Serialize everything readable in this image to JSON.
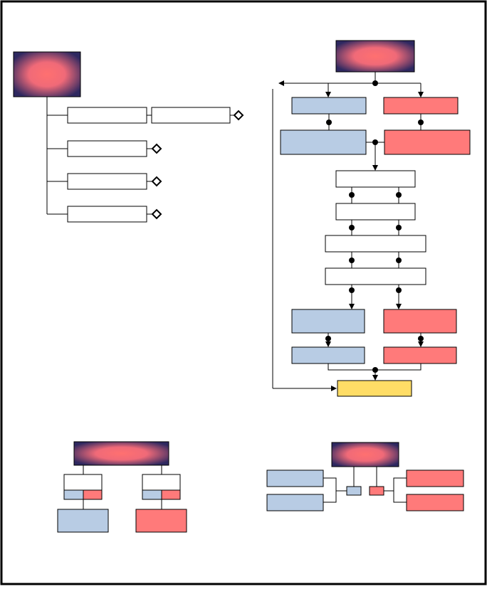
{
  "colors": {
    "frame": "#000000",
    "blue_box": "#b8cce4",
    "red_box": "#ff7a7a",
    "yellow_box": "#ffdd66",
    "gradient_center": "#ff7070",
    "gradient_edge": "#2e2860",
    "plain_box": "#ffffff",
    "line": "#000000"
  },
  "shape_semantics": {
    "connector_dot": "filled-circle",
    "terminal_marker": "open-diamond",
    "arrow": "arrowhead"
  },
  "labels": {
    "hierarchy_root": "",
    "tree_items": [
      "",
      "",
      "",
      "",
      ""
    ],
    "flow_root": "",
    "flow_left": [
      "",
      "",
      "",
      "",
      ""
    ],
    "flow_right": [
      "",
      "",
      "",
      "",
      ""
    ],
    "flow_middle": [
      "",
      "",
      "",
      ""
    ],
    "flow_output": "",
    "mini_root_left": "",
    "mini_root_right": ""
  }
}
